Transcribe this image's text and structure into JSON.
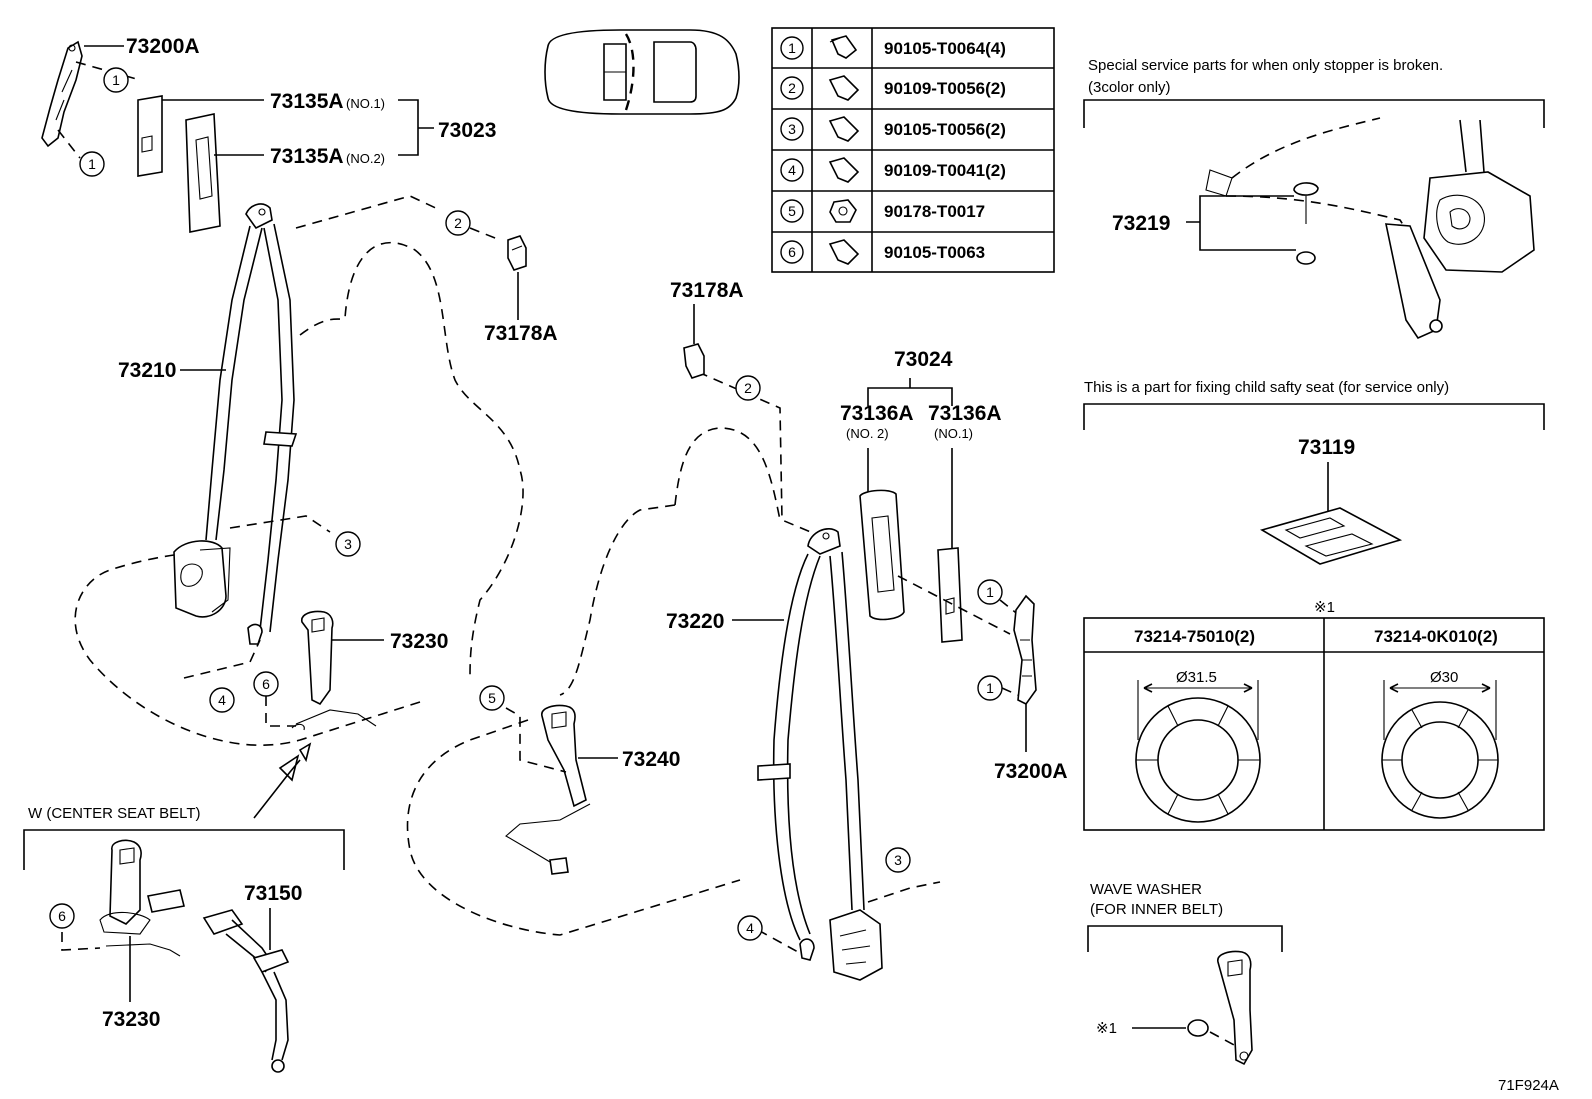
{
  "labels": {
    "p73200A_top": "73200A",
    "p73135A_no1": "73135A",
    "p73135A_no1_sub": "(NO.1)",
    "p73135A_no2": "73135A",
    "p73135A_no2_sub": "(NO.2)",
    "p73023": "73023",
    "p73178A_left": "73178A",
    "p73210": "73210",
    "p73230_left": "73230",
    "p73178A_mid": "73178A",
    "p73024": "73024",
    "p73136A_no2": "73136A",
    "p73136A_no2_sub": "(NO. 2)",
    "p73136A_no1": "73136A",
    "p73136A_no1_sub": "(NO.1)",
    "p73220": "73220",
    "p73240": "73240",
    "p73200A_right": "73200A",
    "p73150": "73150",
    "p73230_bottom": "73230",
    "p73219": "73219",
    "p73119": "73119",
    "diagram_id": "71F924A"
  },
  "callouts": {
    "c1": "1",
    "c2": "2",
    "c3": "3",
    "c4": "4",
    "c5": "5",
    "c6": "6"
  },
  "fastener_table": [
    {
      "ref": "1",
      "part": "90105-T0064(4)"
    },
    {
      "ref": "2",
      "part": "90109-T0056(2)"
    },
    {
      "ref": "3",
      "part": "90105-T0056(2)"
    },
    {
      "ref": "4",
      "part": "90109-T0041(2)"
    },
    {
      "ref": "5",
      "part": "90178-T0017"
    },
    {
      "ref": "6",
      "part": "90105-T0063"
    }
  ],
  "notes": {
    "stopper_line1": "Special service parts for when only stopper is broken.",
    "stopper_line2": "(3color only)",
    "child_seat": "This is a part for fixing child safty seat (for service only)",
    "center_belt": "W (CENTER SEAT BELT)",
    "wave_washer_line1": "WAVE WASHER",
    "wave_washer_line2": "(FOR INNER BELT)",
    "ref_mark": "※1",
    "ref_mark_leader": "※1"
  },
  "washer_table": {
    "col1": "73214-75010(2)",
    "col2": "73214-0K010(2)",
    "dia1": "Ø31.5",
    "dia2": "Ø30"
  }
}
